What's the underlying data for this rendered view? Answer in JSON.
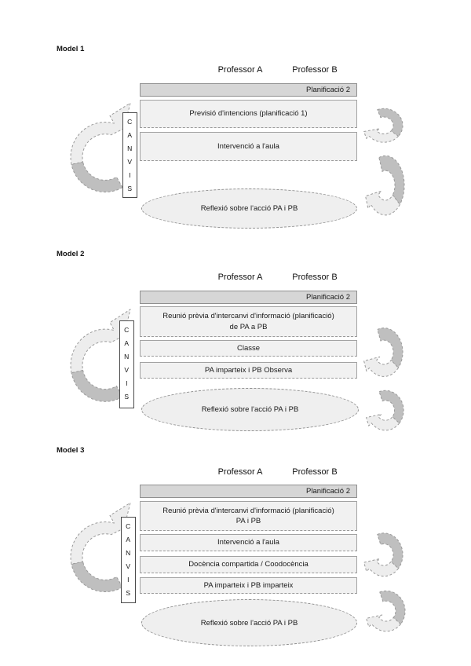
{
  "colors": {
    "header_fill": "#d6d6d6",
    "stage_box_fill": "#f1f1f1",
    "ellipse_fill": "#efefef",
    "arrow_dark": "#bfbfbf",
    "arrow_light": "#ededed",
    "outline_gray": "#8f8f8f"
  },
  "models": [
    {
      "label": "Model 1",
      "column_headers": [
        "Professor A",
        "Professor B"
      ],
      "planning_header": "Planificació 2",
      "canvis": "CANVIS",
      "boxes": [
        {
          "lines": [
            "Previsió d'intencions (planificació 1)"
          ]
        },
        {
          "lines": [
            "Intervenció a l'aula"
          ]
        }
      ],
      "reflection": "Reflexió sobre l'acció PA i PB"
    },
    {
      "label": "Model 2",
      "column_headers": [
        "Professor A",
        "Professor B"
      ],
      "planning_header": "Planificació 2",
      "canvis": "CANVIS",
      "boxes": [
        {
          "lines": [
            "Reunió prèvia d'intercanvi d'informació (planificació)",
            "de PA a PB"
          ]
        },
        {
          "lines": [
            "Classe"
          ]
        },
        {
          "lines": [
            "PA imparteix  i PB Observa"
          ]
        }
      ],
      "reflection": "Reflexió sobre l'acció PA i PB"
    },
    {
      "label": "Model 3",
      "column_headers": [
        "Professor A",
        "Professor B"
      ],
      "planning_header": "Planificació 2",
      "canvis": "CANVIS",
      "boxes": [
        {
          "lines": [
            "Reunió prèvia d'intercanvi d'informació (planificació)",
            "PA i PB"
          ]
        },
        {
          "lines": [
            "Intervenció a l'aula"
          ]
        },
        {
          "lines": [
            "Docència compartida / Coodocència"
          ]
        },
        {
          "lines": [
            "PA imparteix  i PB imparteix"
          ]
        }
      ],
      "reflection": "Reflexió sobre l'acció PA i PB"
    }
  ]
}
